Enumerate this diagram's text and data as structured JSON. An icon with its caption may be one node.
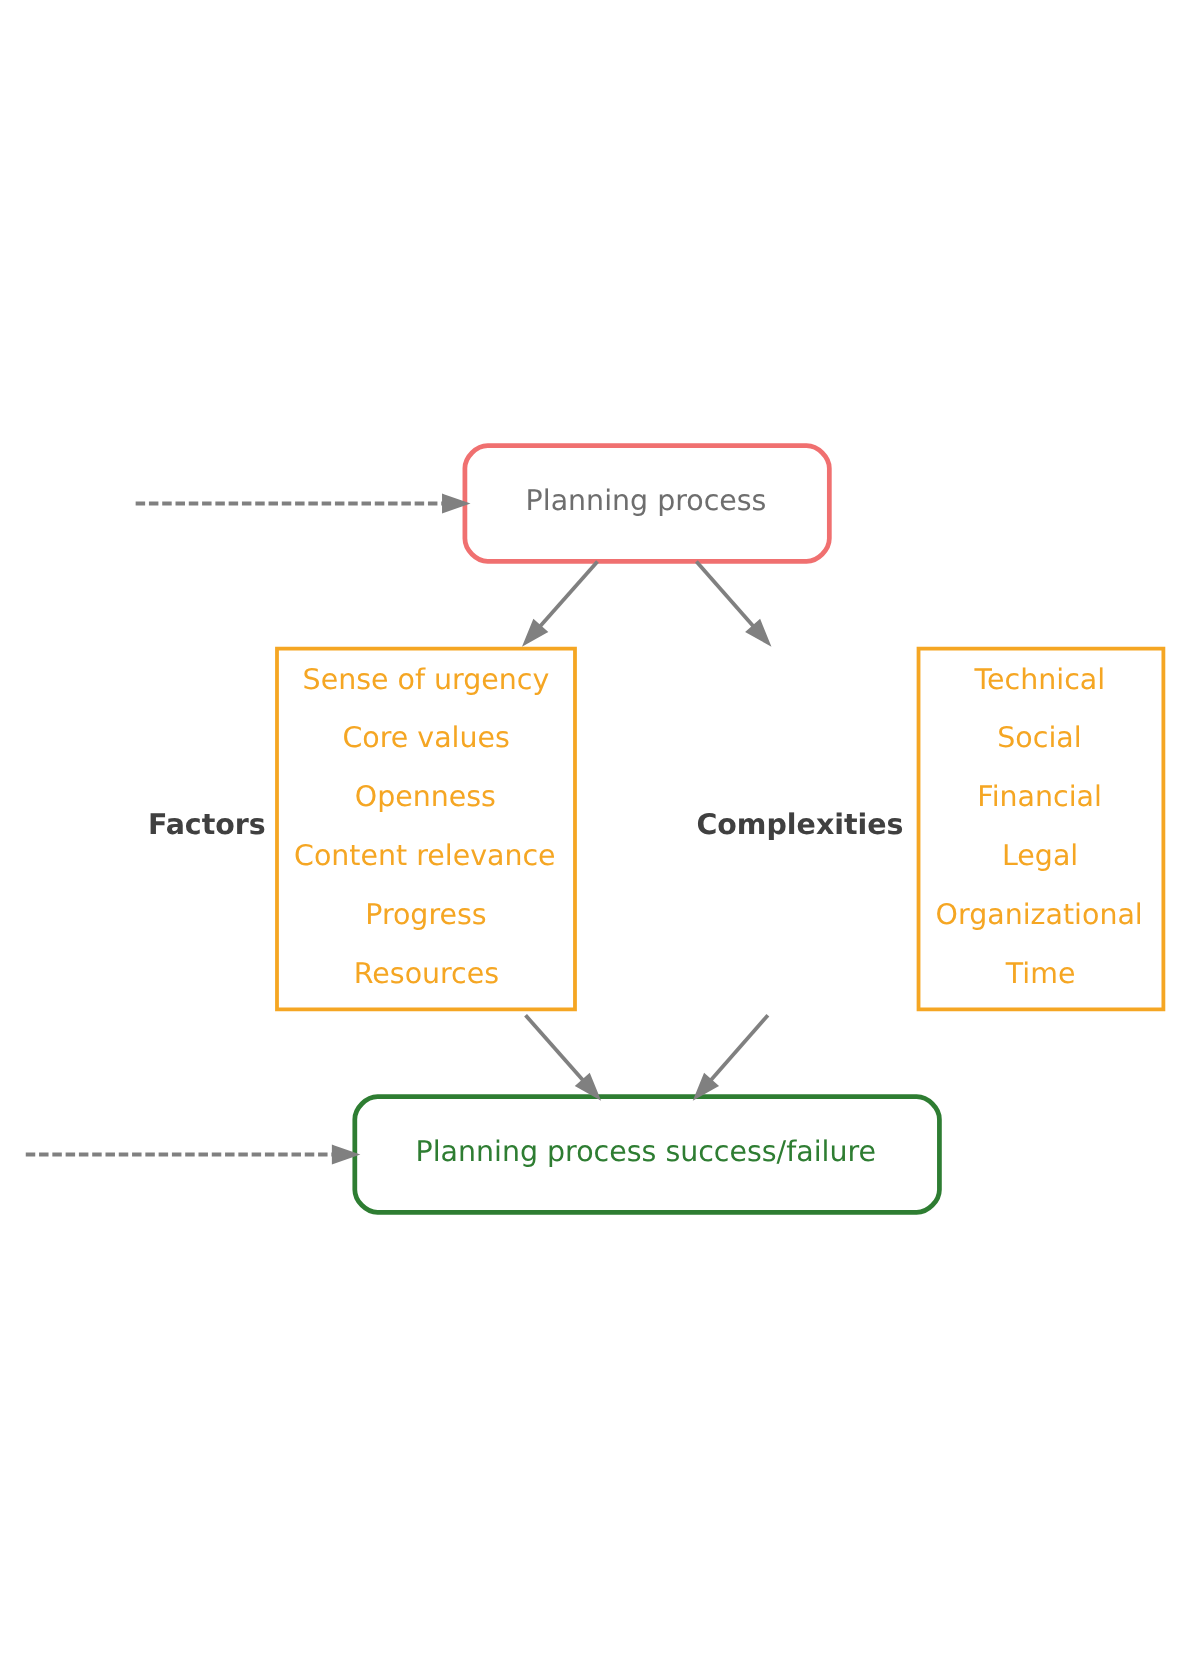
{
  "diagram": {
    "nodes": [
      {
        "text": [
          "Planning process"
        ]
      },
      {
        "text": [
          "Factors",
          "Sense of urgency",
          "Core values",
          "Openness",
          "Content relevance",
          "Progress",
          "Resources"
        ]
      },
      {
        "text": [
          "Complexities",
          "Technical",
          "Social",
          "Financial",
          "Legal",
          "Organizational",
          "Time"
        ]
      },
      {
        "text": [
          "Planning process success/failure"
        ]
      }
    ],
    "edges": [
      {
        "from": null,
        "to": 0,
        "arrow": "to",
        "style": "dashed"
      },
      {
        "from": 0,
        "to": 1,
        "arrow": "to"
      },
      {
        "from": 0,
        "to": 2,
        "arrow": "to"
      },
      {
        "from": 1,
        "to": 3,
        "arrow": "to"
      },
      {
        "from": 2,
        "to": 3,
        "arrow": "to"
      },
      {
        "from": null,
        "to": 3,
        "arrow": "to",
        "style": "dashed"
      }
    ]
  }
}
